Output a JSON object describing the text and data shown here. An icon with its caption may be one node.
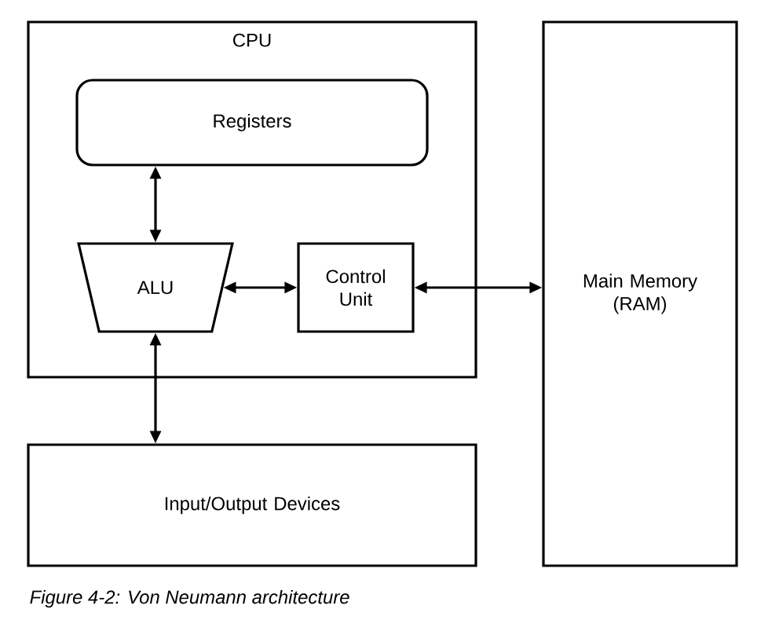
{
  "diagram": {
    "caption": "Figure 4-2: Von Neumann architecture",
    "nodes": [
      {
        "text": [
          "CPU"
        ]
      },
      {
        "text": [
          "Registers"
        ],
        "in": 0
      },
      {
        "text": [
          "ALU"
        ],
        "in": 0
      },
      {
        "text": [
          "Control Unit"
        ],
        "in": 0
      },
      {
        "text": [
          "Main Memory (RAM)"
        ]
      },
      {
        "text": [
          "Input/Output Devices"
        ]
      }
    ],
    "edges": [
      {
        "from": 1,
        "to": 2,
        "arrow": "both"
      },
      {
        "from": 2,
        "to": 3,
        "arrow": "both"
      },
      {
        "from": 3,
        "to": 4,
        "arrow": "both"
      },
      {
        "from": 2,
        "to": 5,
        "arrow": "both"
      }
    ]
  }
}
